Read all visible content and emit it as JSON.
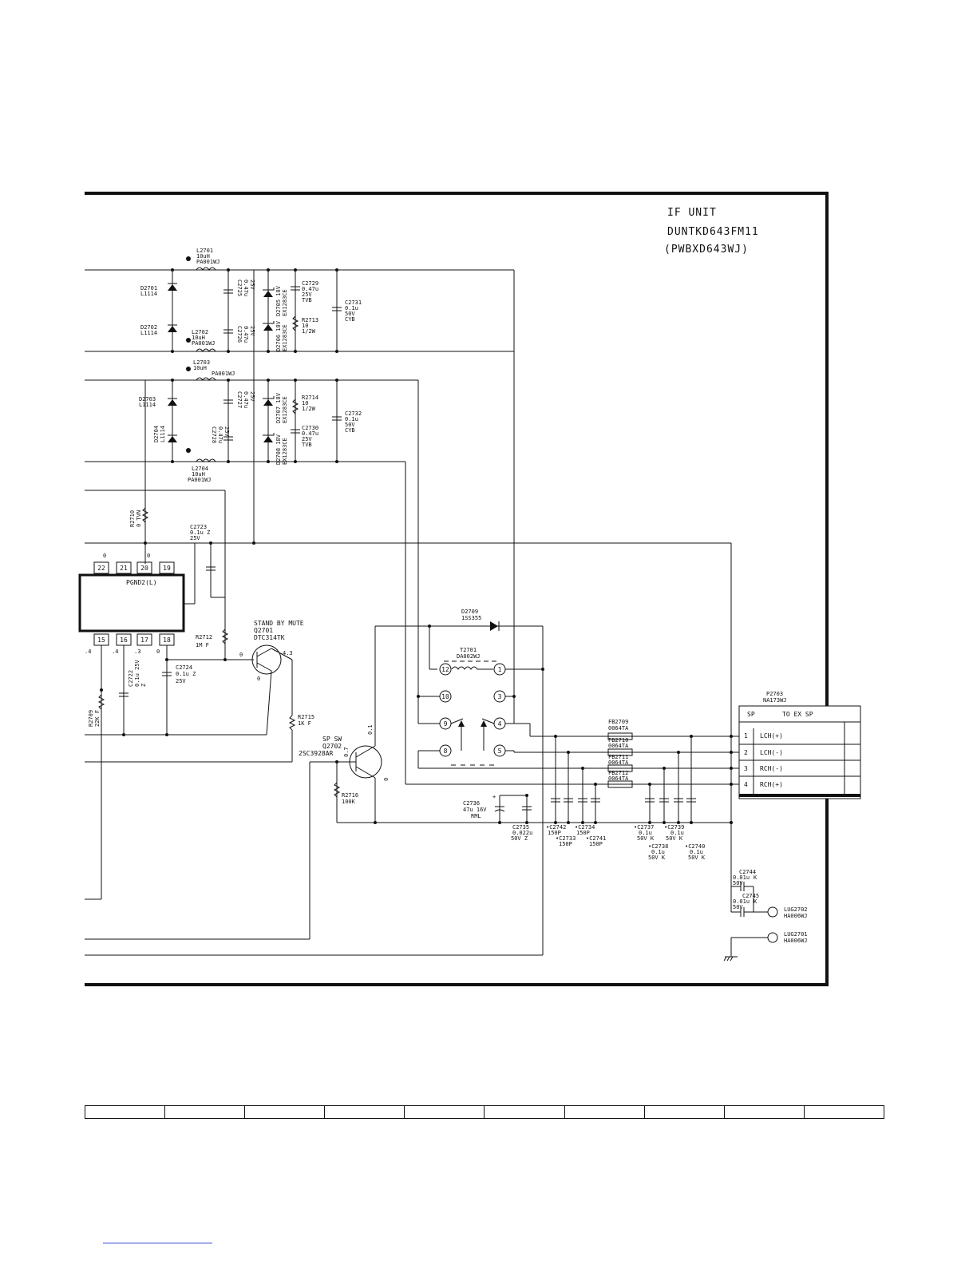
{
  "unit": {
    "title": "IF UNIT",
    "model": "DUNTKD643FM11",
    "pwb": "(PWBXD643WJ)"
  },
  "connector": {
    "ref": "P2703",
    "part": "NA173WJ",
    "header_left": "SP",
    "header_right": "TO EX SP",
    "pins": [
      {
        "num": "1",
        "label": "LCH(+)"
      },
      {
        "num": "2",
        "label": "LCH(-)"
      },
      {
        "num": "3",
        "label": "RCH(-)"
      },
      {
        "num": "4",
        "label": "RCH(+)"
      }
    ]
  },
  "ic": {
    "name": "PGND2(L)",
    "top_pins": [
      "22",
      "21",
      "20",
      "19"
    ],
    "bottom_pins": [
      "15",
      "16",
      "17",
      "18"
    ],
    "pin_volts_top": [
      "0",
      "0"
    ],
    "pin_volts_bottom": [
      ".4",
      ".4",
      ".3",
      "0"
    ]
  },
  "components": {
    "L2701": [
      "L2701",
      "10uH",
      "PA001WJ"
    ],
    "L2702": [
      "L2702",
      "10uH",
      "PA001WJ"
    ],
    "L2703": [
      "L2703",
      "10uH",
      "PA001WJ"
    ],
    "L2704": [
      "L2704",
      "10uH",
      "PA001WJ"
    ],
    "D2701": [
      "D2701",
      "L1114"
    ],
    "D2702": [
      "D2702",
      "L1114"
    ],
    "D2703": [
      "D2703",
      "L1114"
    ],
    "D2704": [
      "D2704",
      "L1114"
    ],
    "C2725": [
      "C2725",
      "0.47u",
      "25V"
    ],
    "C2726": [
      "C2726",
      "0.47u",
      "25V"
    ],
    "C2727": [
      "C2727",
      "0.47u",
      "25V"
    ],
    "C2728": [
      "C2728",
      "0.47u",
      "25V"
    ],
    "D2705": [
      "D2705 18V",
      "EX1283CE"
    ],
    "D2706": [
      "D2706 18V",
      "EX1283CE"
    ],
    "D2707": [
      "D2707 18V",
      "EX1283CE"
    ],
    "D2708": [
      "D2708 18V",
      "EX1283CE"
    ],
    "C2729": [
      "C2729",
      "0.47u",
      "25V",
      "TVB"
    ],
    "C2730": [
      "C2730",
      "0.47u",
      "25V",
      "TVB"
    ],
    "R2713": [
      "R2713",
      "10",
      "1/2W"
    ],
    "R2714": [
      "R2714",
      "10",
      "1/2W"
    ],
    "C2731": [
      "C2731",
      "0.1u",
      "50V",
      "CYB"
    ],
    "C2732": [
      "C2732",
      "0.1u",
      "50V",
      "CYB"
    ],
    "R2710": [
      "R2710",
      "0 TVN"
    ],
    "C2723": [
      "C2723",
      "0.1u Z",
      "25V"
    ],
    "R2712": [
      "R2712",
      "1M F"
    ],
    "C2724": [
      "C2724",
      "0.1u Z",
      "25V"
    ],
    "C2722": [
      "C2722",
      "0.1u 25V",
      "Z"
    ],
    "R2709": [
      "R2709",
      "22K F"
    ],
    "Q2701": [
      "STAND BY MUTE",
      "Q2701",
      "DTC314TK"
    ],
    "Q2701_volts": [
      "0",
      "4.3",
      "0"
    ],
    "R2715": [
      "R2715",
      "1K F"
    ],
    "Q2702": [
      "SP SW",
      "Q2702",
      "2SC3928AR"
    ],
    "Q2702_volts": [
      "0.1",
      "0.7",
      "0"
    ],
    "R2716": [
      "R2716",
      "100K"
    ],
    "D2709": [
      "D2709",
      "1SS355"
    ],
    "T2701": [
      "T2701",
      "DA002WJ"
    ],
    "relay_pins": [
      "12",
      "1",
      "10",
      "3",
      "9",
      "4",
      "8",
      "5"
    ],
    "FB2709": [
      "FB2709",
      "0064TA"
    ],
    "FB2710": [
      "FB2710",
      "0064TA"
    ],
    "FB2711": [
      "FB2711",
      "0064TA"
    ],
    "FB2712": [
      "FB2712",
      "0064TA"
    ],
    "C2736": [
      "C2736",
      "47u 16V",
      "RML"
    ],
    "C2735": [
      "C2735",
      "0.022u",
      "50V Z"
    ],
    "C2742": [
      "•C2742",
      "150P"
    ],
    "C2734": [
      "•C2734",
      "150P"
    ],
    "C2733": [
      "•C2733",
      "150P"
    ],
    "C2741": [
      "•C2741",
      "150P"
    ],
    "C2737": [
      "•C2737",
      "0.1u",
      "50V K"
    ],
    "C2739": [
      "•C2739",
      "0.1u",
      "50V K"
    ],
    "C2738": [
      "•C2738",
      "0.1u",
      "50V K"
    ],
    "C2740": [
      "•C2740",
      "0.1u",
      "50V K"
    ],
    "C2744": [
      "C2744",
      "0.01u",
      "50V",
      "K"
    ],
    "C2745": [
      "C2745",
      "0.01u",
      "50V",
      "K"
    ],
    "LUG2702": [
      "LUG2702",
      "HA006WJ"
    ],
    "LUG2701": [
      "LUG2701",
      "HA006WJ"
    ]
  }
}
